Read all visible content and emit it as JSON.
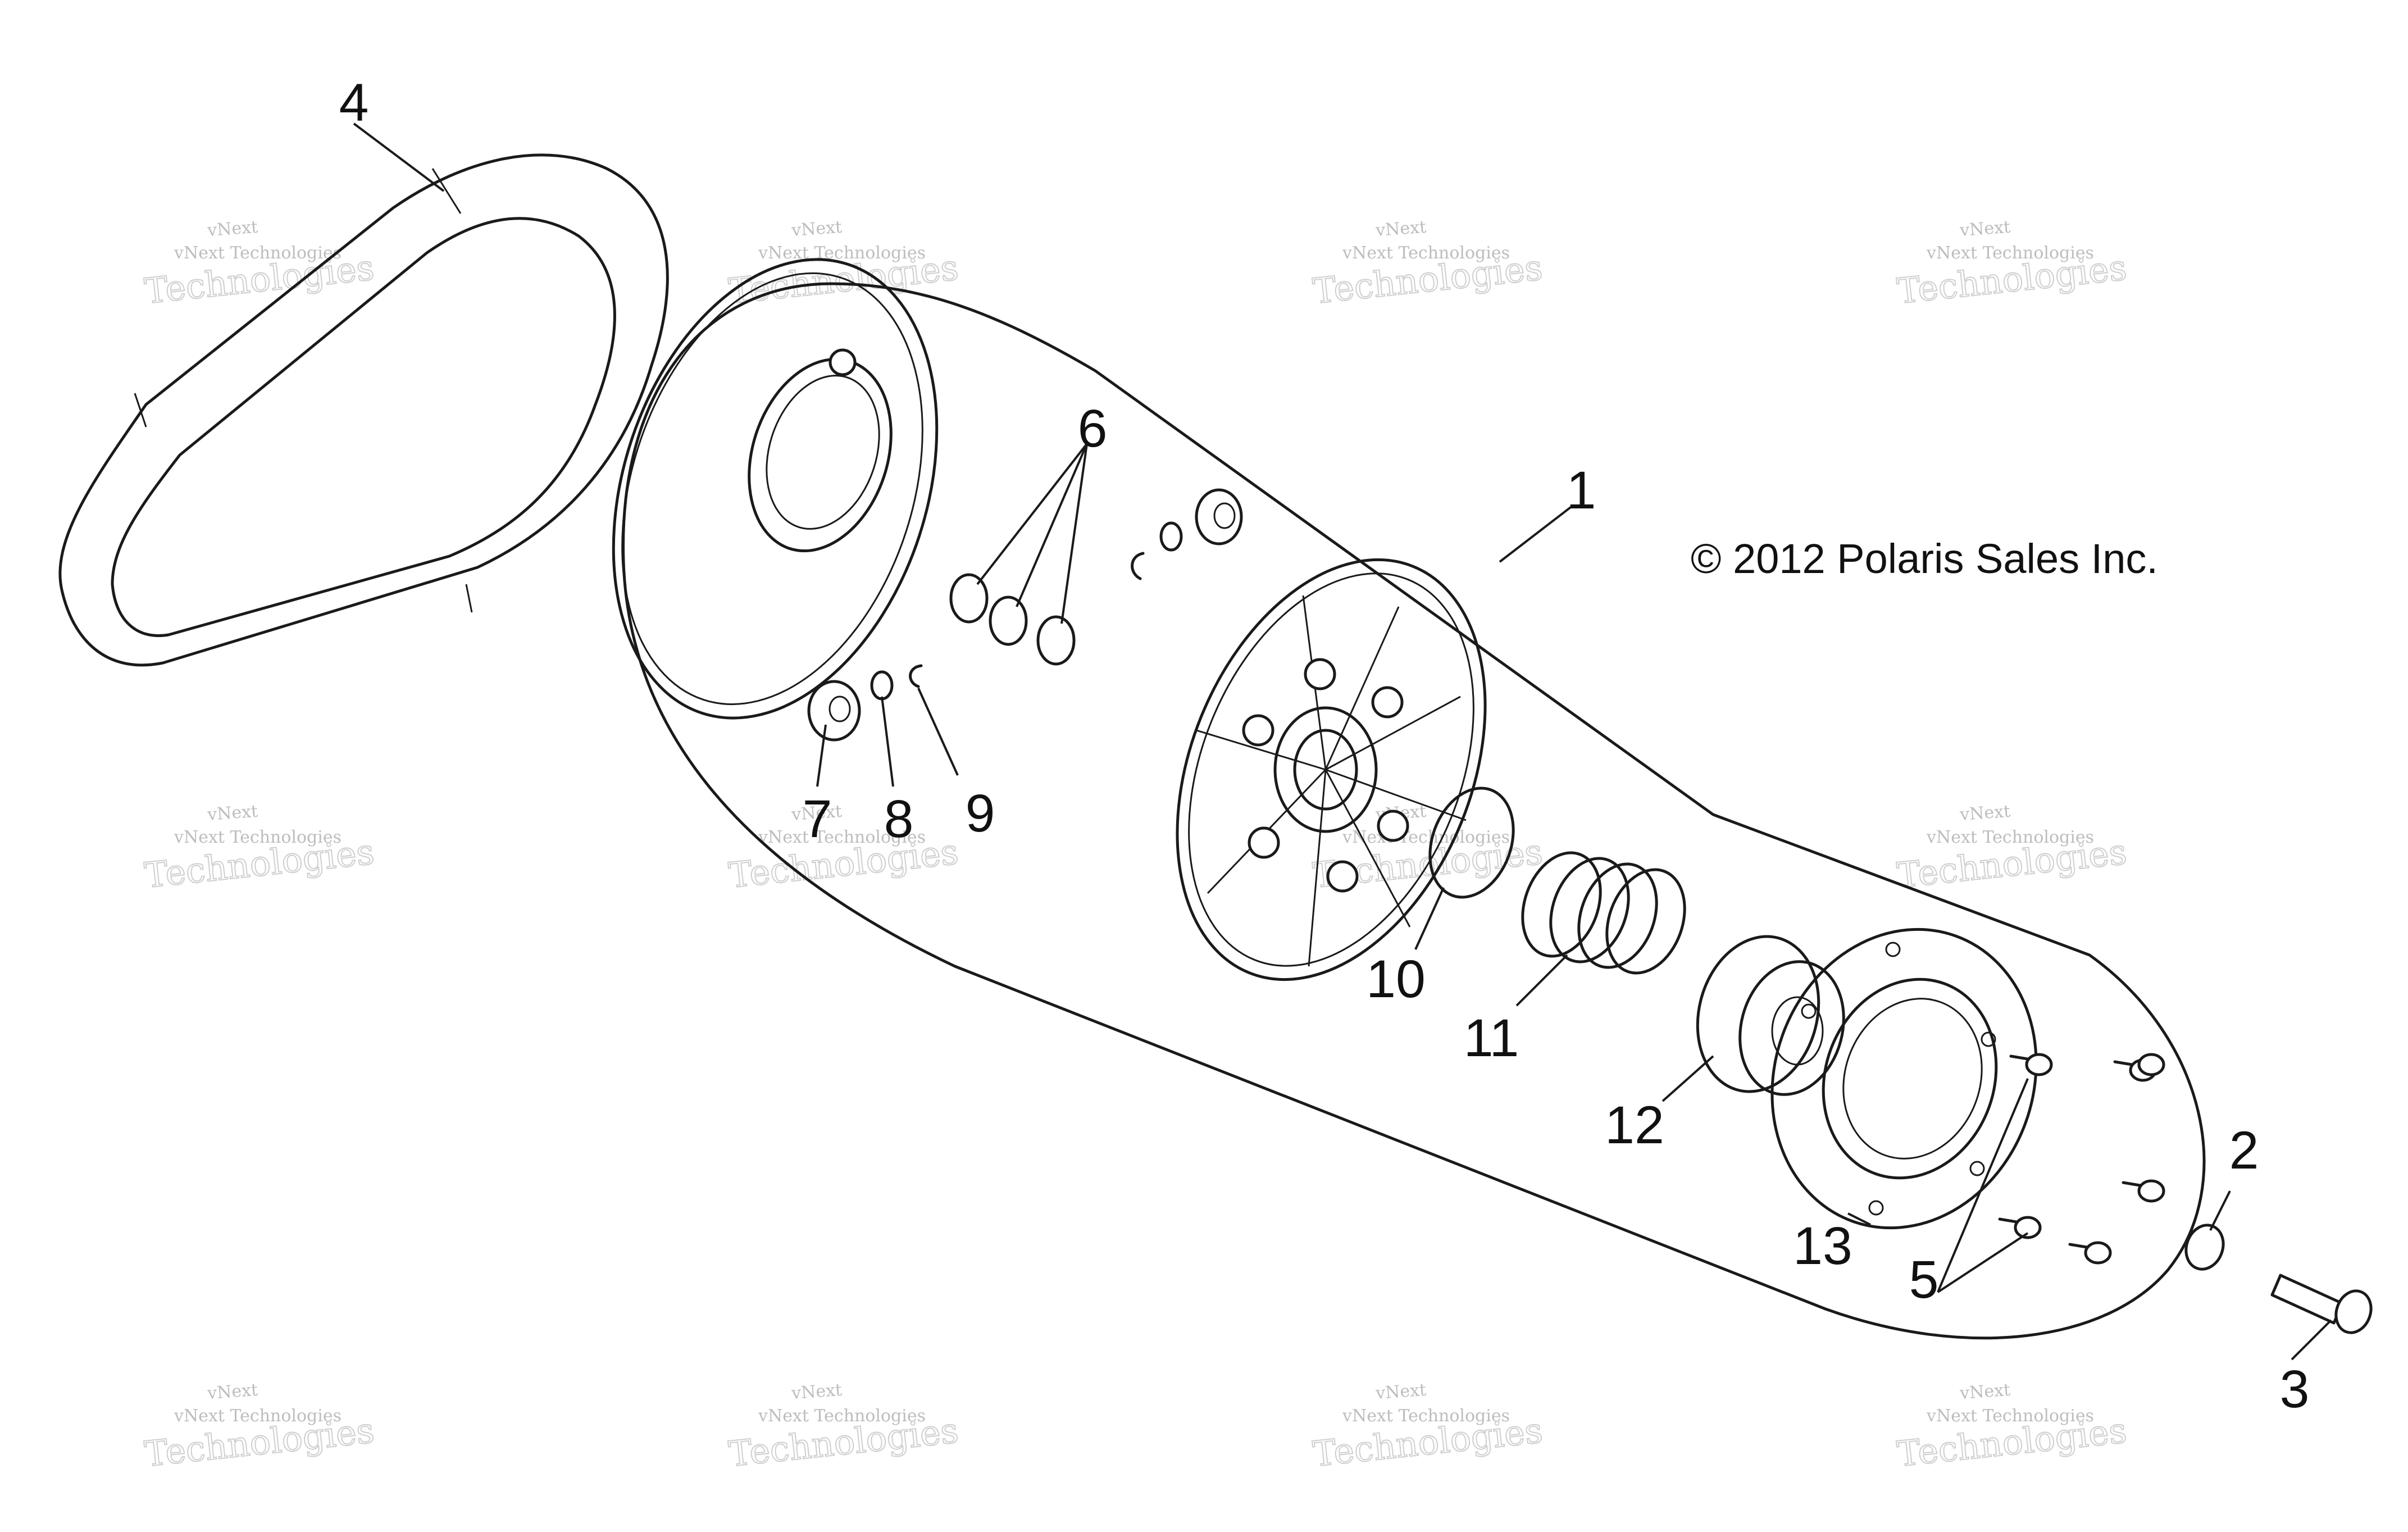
{
  "copyright": "© 2012 Polaris Sales Inc.",
  "watermark": {
    "small": "vNext Technologies",
    "large": "Technologies",
    "top": "vNext",
    "color": "#c8c8c8"
  },
  "callouts": [
    "1",
    "2",
    "3",
    "4",
    "5",
    "6",
    "7",
    "8",
    "9",
    "10",
    "11",
    "12",
    "13"
  ],
  "colors": {
    "line": "#1a1a1a",
    "background": "#ffffff"
  }
}
